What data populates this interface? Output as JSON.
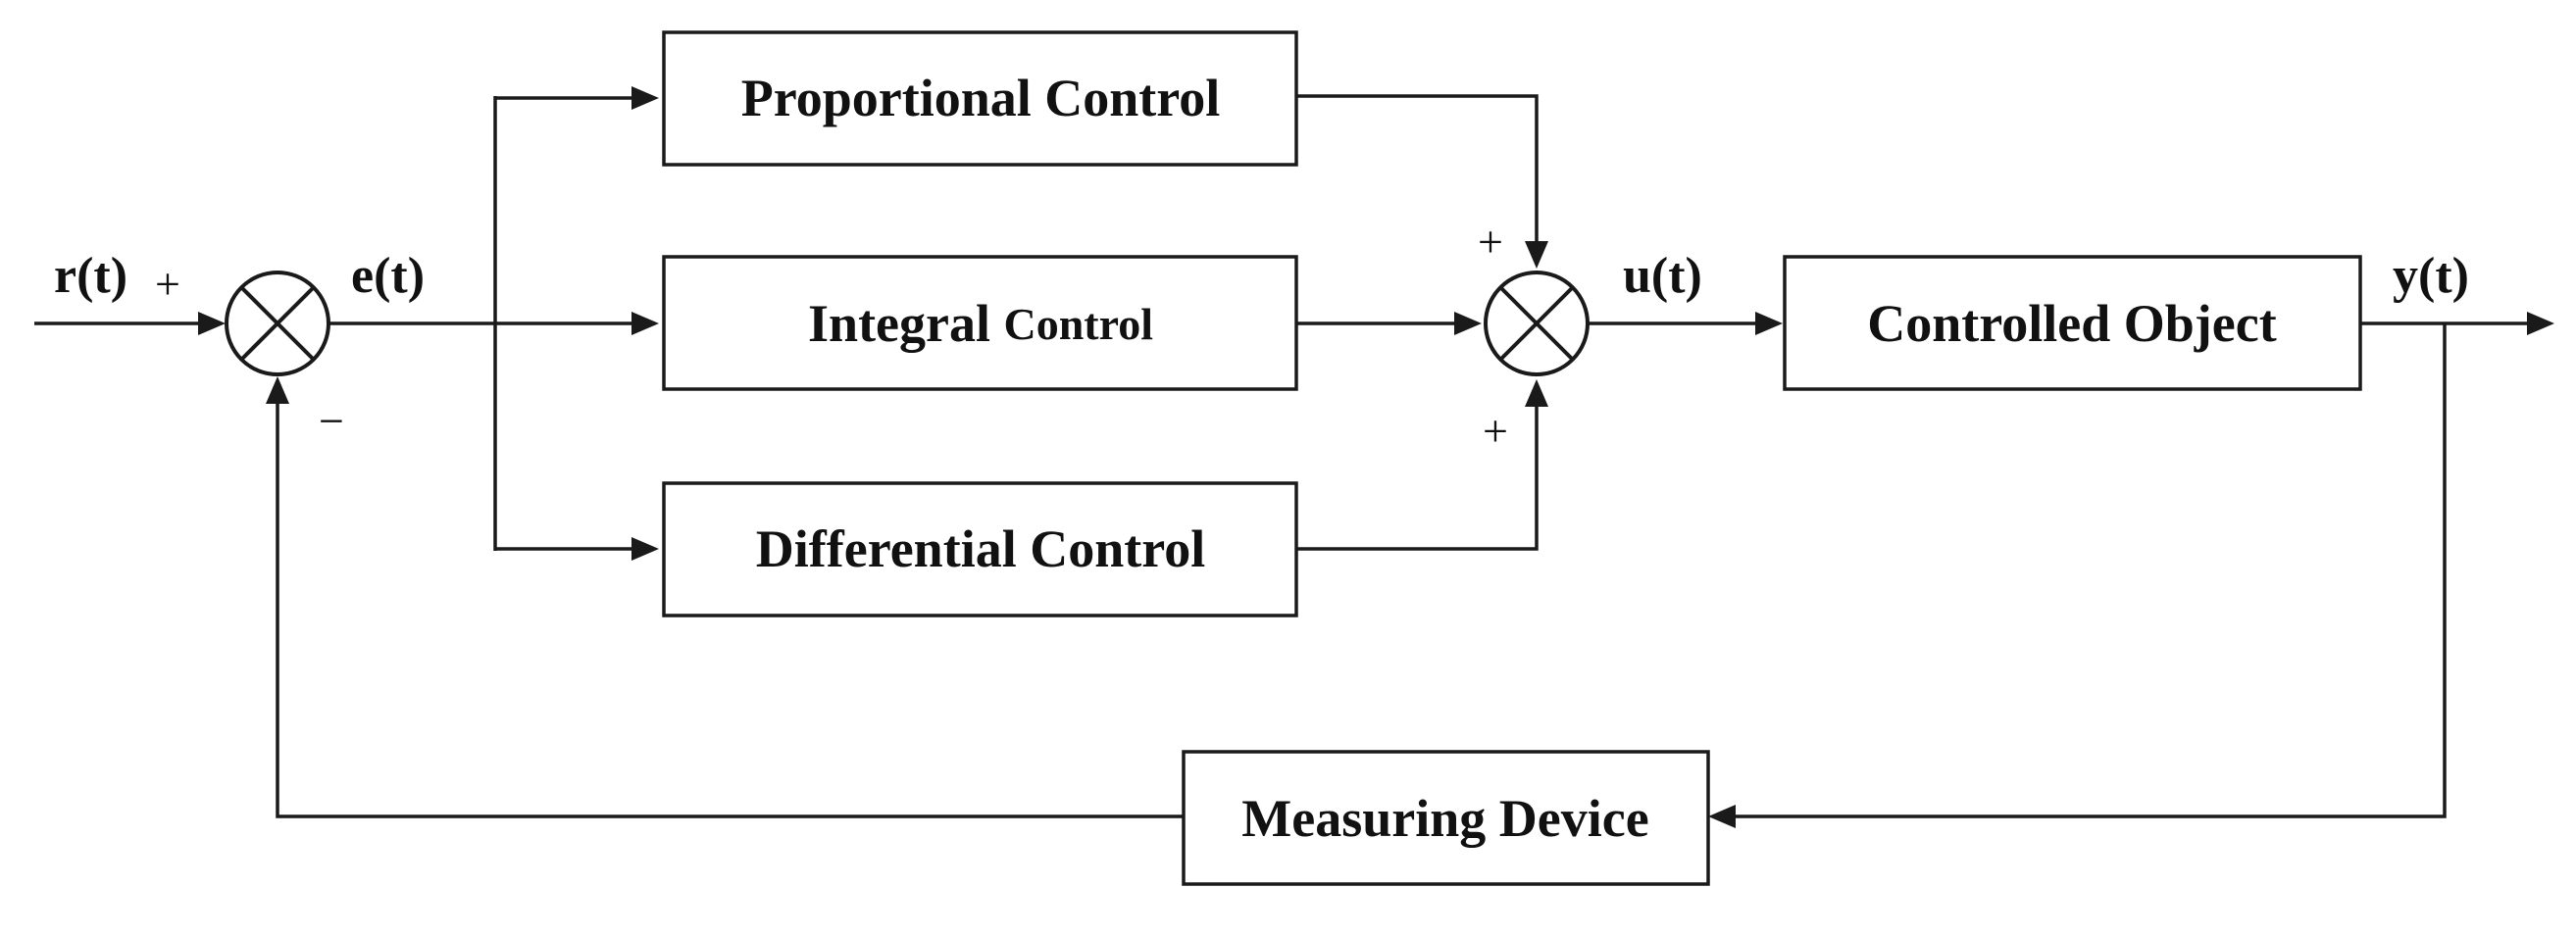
{
  "blocks": {
    "proportional": "Proportional Control",
    "integral_main": "Integral",
    "integral_sub": "Control",
    "differential": "Differential Control",
    "controlled_object": "Controlled Object",
    "measuring_device": "Measuring Device"
  },
  "signals": {
    "reference": "r(t)",
    "error": "e(t)",
    "control": "u(t)",
    "output": "y(t)"
  },
  "signs": {
    "reference_plus": "+",
    "feedback_minus": "−",
    "proportional_plus": "+",
    "differential_plus": "+"
  }
}
